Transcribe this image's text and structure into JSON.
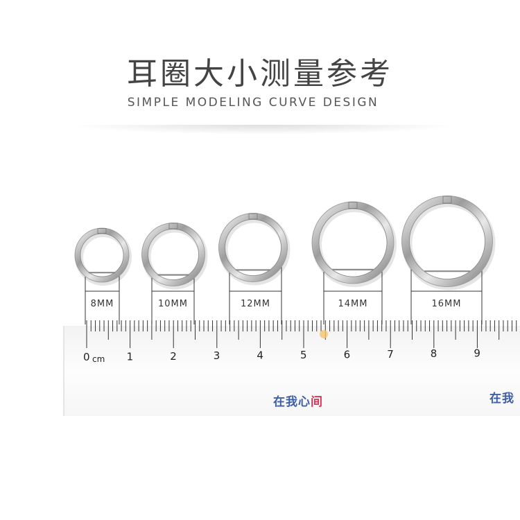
{
  "header": {
    "title": "耳圈大小测量参考",
    "subtitle": "SIMPLE MODELING CURVE DESIGN"
  },
  "rings": [
    {
      "label": "8MM"
    },
    {
      "label": "10MM"
    },
    {
      "label": "12MM"
    },
    {
      "label": "14MM"
    },
    {
      "label": "16MM"
    }
  ],
  "ruler": {
    "labels": [
      "0",
      "1",
      "2",
      "3",
      "4",
      "5",
      "6",
      "7",
      "8",
      "9"
    ],
    "unit": "cm"
  },
  "watermark": {
    "left_text": "在我心",
    "left_accent": "间",
    "right_text": "在我"
  },
  "colors": {
    "text": "#444444",
    "ruler_bg": "#fafafa",
    "watermark_blue": "#3d5fa8",
    "watermark_red": "#d8345a",
    "metal": "#b9b9b9"
  }
}
